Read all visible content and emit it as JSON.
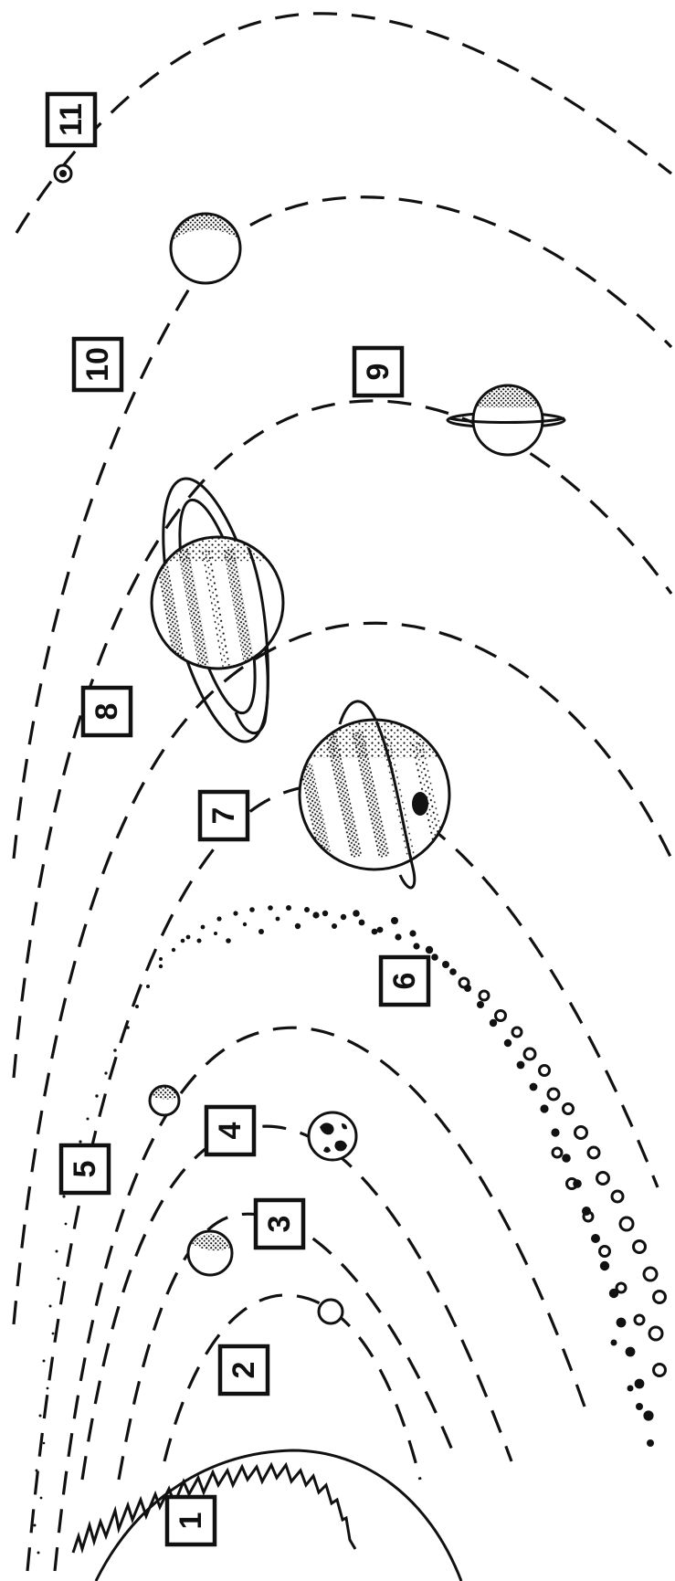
{
  "labels": {
    "sun": "1",
    "mercury": "2",
    "venus": "3",
    "earth": "4",
    "mars": "5",
    "asteroid_belt": "6",
    "jupiter": "7",
    "saturn": "8",
    "uranus": "9",
    "neptune": "10",
    "pluto": "11"
  },
  "colors": {
    "ink": "#111111",
    "paper": "#ffffff"
  }
}
